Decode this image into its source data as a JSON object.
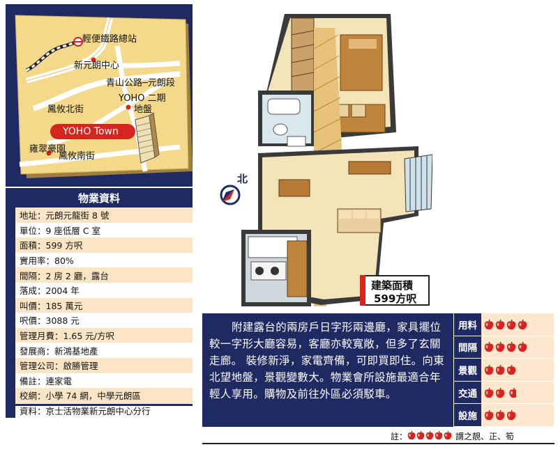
{
  "map": {
    "labels": {
      "lrt_terminus": "輕便鐵路總站",
      "yuen_long_centre": "新元朗中心",
      "castle_peak_road": "青山公路─元朗段",
      "yoho_phase2_line1": "YOHO 二期",
      "yoho_phase2_line2": "地盤",
      "fung_yau_north": "鳳攸北街",
      "yoho_town": "YOHO Town",
      "ung_chui_garden": "雍翠豪園",
      "fung_yau_south": "鳳攸南街"
    }
  },
  "info": {
    "title": "物業資料",
    "rows": [
      "地址：元朗元龍街 8 號",
      "單位：9 座低層 C 室",
      "面積：599 方呎",
      "實用率：80%",
      "間隔：2 房 2 廳，露台",
      "落成：2004 年",
      "叫價：185 萬元",
      "呎價：3088 元",
      "管理月費：1.65 元/方呎",
      "發展商：新鴻基地產",
      "管理公司：啟勝管理",
      "備註：連家電",
      "校網：小學 74 網，中學元朗區",
      "資料：京士活物業新元朗中心分行"
    ]
  },
  "plan": {
    "compass_label": "北",
    "area_title": "建築面積",
    "area_value": "599方呎"
  },
  "description": "附建露台的兩房戶日字形兩邊廳，家具擺位較一字形大廳容易，客廳亦較寬敞，但多了玄關走廊。 裝修新淨，家電齊備，可即買即住。向東北望地盤，景觀變數大。物業會所設施最適合年輕人享用。購物及前往外區必須駁車。",
  "ratings": [
    {
      "label": "用料",
      "score": 4
    },
    {
      "label": "間隔",
      "score": 4
    },
    {
      "label": "景觀",
      "score": 3
    },
    {
      "label": "交通",
      "score": 2.5
    },
    {
      "label": "設施",
      "score": 3
    }
  ],
  "note": {
    "prefix": "註：",
    "suffix": "謂之靚、正、筍"
  },
  "colors": {
    "navy": "#1f2a63",
    "apple_red": "#d6241e",
    "map_yellow": "#f4d98a",
    "row_peach": "#fbe5c4"
  }
}
